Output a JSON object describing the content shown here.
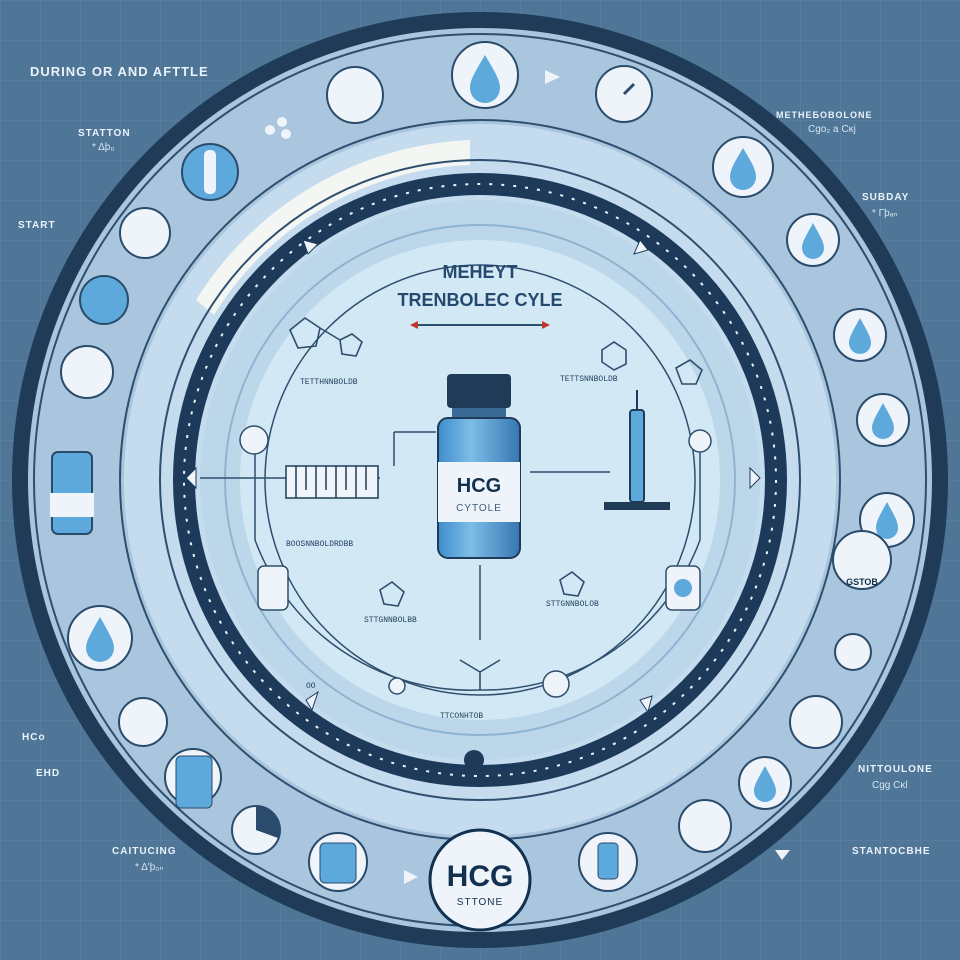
{
  "diagram": {
    "header_text": "DURING OR AND AFTTLE",
    "center_title_line1": "MEHEYT",
    "center_title_line2": "TRENBOLEC CYLE",
    "vial_label_main": "HCG",
    "vial_label_sub": "CYTOLE",
    "bottom_badge_main": "HCG",
    "bottom_badge_sub": "STTONE",
    "left_labels": {
      "station": "STATTON",
      "station_sub": "* Δϸ₀",
      "start": "START",
      "hco": "HCo",
      "end": "EHD",
      "caitucing": "CAITUCING",
      "caitucing_sub": "* Δ'ϸ₀ₙ"
    },
    "right_labels": {
      "methenbolone": "METHEБOBOLONE",
      "methenbolone_sub": "Cgo₂ a Cκj",
      "subday": "SUBDAY",
      "subday_sub": "* Γϸₐₙ",
      "nitroulone": "NITTOULONE",
      "nitroulone_sub": "Cgg Cκl",
      "stantocbhe": "STANTOCBHE",
      "gstob": "GSTOB"
    },
    "small_labels": {
      "mol_left": "TETTHNNBOLDB",
      "mol_right": "TETTSNNBOLDB",
      "mol_bottom_left": "STTGNNBOLBB",
      "mol_bottom_right": "STTGNNBOLOB",
      "scale_label": "BOOSNNBOLDRDBB",
      "bottom_center": "TTCONHTOB",
      "oo": "OO"
    },
    "colors": {
      "background": "#4f7597",
      "outer_ring": "#1f3b58",
      "light_band": "#cfe4f3",
      "center_disc": "#d3e8f5",
      "drop": "#5da9dc",
      "dark_navy": "#12304f"
    }
  }
}
